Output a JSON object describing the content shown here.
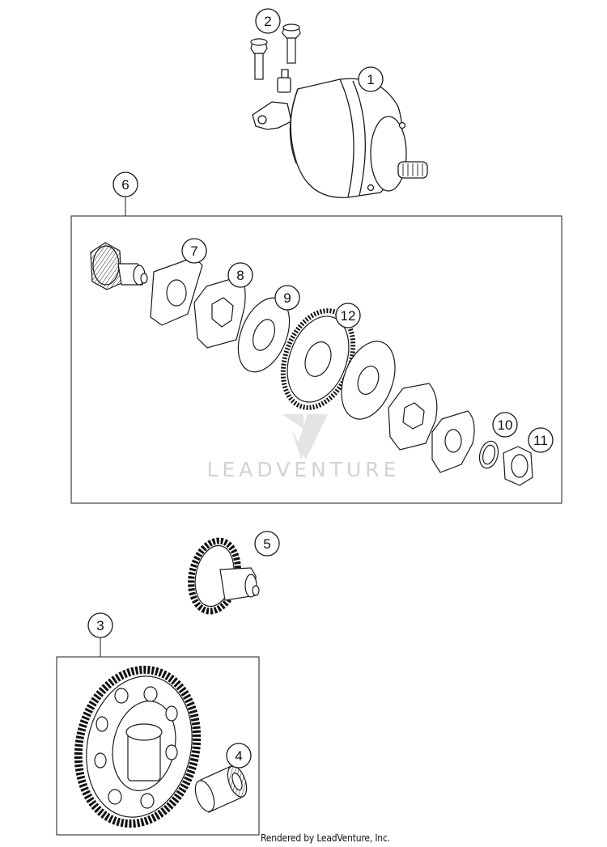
{
  "footer": {
    "text": "Rendered by LeadVenture, Inc."
  },
  "watermark": {
    "text": "LEADVENTURE"
  },
  "callouts": [
    {
      "id": "1",
      "label": "1"
    },
    {
      "id": "2",
      "label": "2"
    },
    {
      "id": "3",
      "label": "3"
    },
    {
      "id": "4",
      "label": "4"
    },
    {
      "id": "5",
      "label": "5"
    },
    {
      "id": "6",
      "label": "6"
    },
    {
      "id": "7",
      "label": "7"
    },
    {
      "id": "8",
      "label": "8"
    },
    {
      "id": "9",
      "label": "9"
    },
    {
      "id": "10",
      "label": "10"
    },
    {
      "id": "11",
      "label": "11"
    },
    {
      "id": "12",
      "label": "12"
    }
  ],
  "colors": {
    "line": "#1a1a1a",
    "watermark": "#d2d2d2",
    "background": "#ffffff"
  }
}
